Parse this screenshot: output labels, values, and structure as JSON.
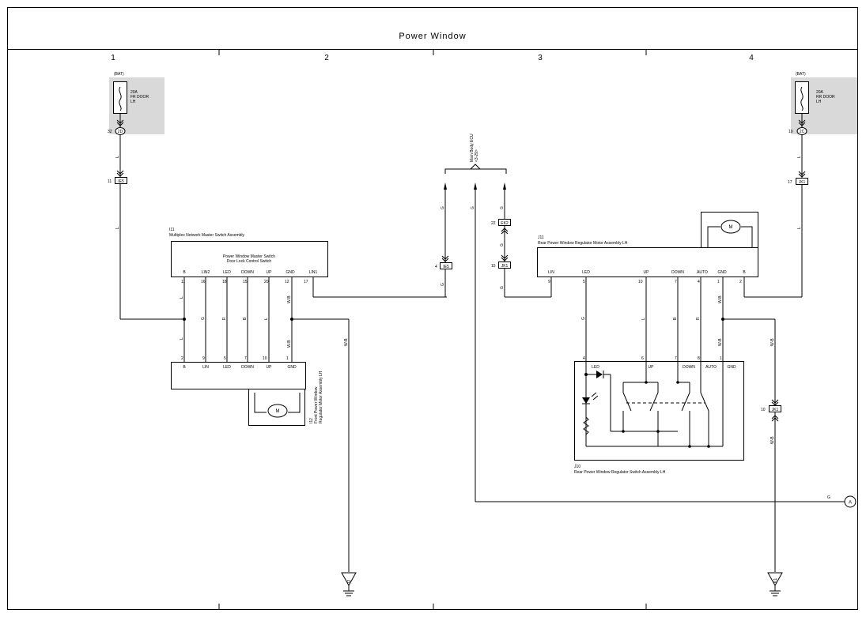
{
  "title": "Power Window",
  "columns": [
    "1",
    "2",
    "3",
    "4"
  ],
  "fuse_left": {
    "source": "(BAT)",
    "rating": "20A",
    "name1": "FR DOOR",
    "name2": "LH",
    "pin": "32",
    "conn": "2D"
  },
  "fuse_right": {
    "source": "(BAT)",
    "rating": "20A",
    "name1": "RR DOOR",
    "name2": "LH",
    "pin": "19",
    "conn": "2C"
  },
  "junctions": {
    "ie5_top": {
      "pin": "11",
      "id": "IE5"
    },
    "jk1_right": {
      "pin": "17",
      "id": "JK1"
    },
    "ie5_mid": {
      "pin": "4",
      "id": "IE5"
    },
    "ek2": {
      "pin": "22",
      "id": "EK2"
    },
    "jk1_mid": {
      "pin": "15",
      "id": "JK1"
    },
    "jk1_low": {
      "pin": "10",
      "id": "JK1"
    }
  },
  "ecu": {
    "name": "Main Body ECU",
    "ref": "<3-29>"
  },
  "i11": {
    "code": "I11",
    "name": "Multiplex Network Master Switch Assembly",
    "inner1": "Power Window Master Switch",
    "inner2": "Door Lock Control Switch",
    "pins": [
      "B",
      "LIN2",
      "LED",
      "DOWN",
      "UP",
      "GND",
      "LIN1"
    ],
    "nums": [
      "11",
      "16",
      "18",
      "15",
      "20",
      "12",
      "17"
    ]
  },
  "i12": {
    "code": "I12",
    "name1": "Front Power Window",
    "name2": "Regulator Motor Assembly LH",
    "pins": [
      "B",
      "LIN",
      "LED",
      "DOWN",
      "UP",
      "GND"
    ],
    "nums": [
      "2",
      "9",
      "5",
      "7",
      "10",
      "1"
    ],
    "motor": "M"
  },
  "j11": {
    "code": "J11",
    "name": "Rear Power Window Regulator Motor Assembly LH",
    "pins": [
      "LIN",
      "LED",
      "UP",
      "DOWN",
      "AUTO",
      "GND",
      "B"
    ],
    "nums": [
      "9",
      "5",
      "10",
      "7",
      "4",
      "1",
      "2"
    ],
    "motor": "M"
  },
  "j10": {
    "code": "J10",
    "name": "Rear Power Window Regulator Switch Assembly LH",
    "pins": [
      "LED",
      "UP",
      "DOWN",
      "AUTO",
      "GND"
    ],
    "nums": [
      "4",
      "6",
      "7",
      "8",
      "1"
    ]
  },
  "wires_left": [
    "L",
    "L",
    "L",
    "G",
    "R",
    "B",
    "L",
    "W-B",
    "L",
    "W-B",
    "W-B"
  ],
  "wires_mid": [
    "G",
    "G",
    "G",
    "G",
    "G"
  ],
  "wires_right": [
    "L",
    "L",
    "G",
    "L",
    "B",
    "R",
    "W-B",
    "W-B",
    "W-B",
    "W-B",
    "G"
  ],
  "grounds": {
    "left": "I2",
    "right": "K1"
  },
  "connector_a": "A"
}
